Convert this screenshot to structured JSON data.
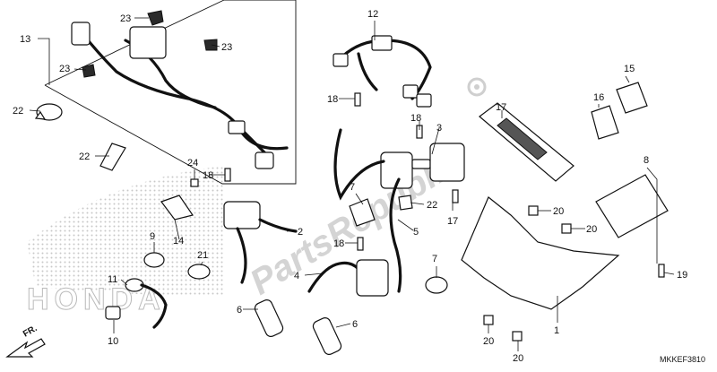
{
  "callouts": [
    "1",
    "2",
    "3",
    "4",
    "5",
    "6",
    "6",
    "7",
    "7",
    "8",
    "9",
    "10",
    "11",
    "12",
    "13",
    "14",
    "15",
    "16",
    "17",
    "18",
    "18",
    "18",
    "18",
    "19",
    "20",
    "20",
    "20",
    "20",
    "21",
    "22",
    "22",
    "22",
    "23",
    "23",
    "23",
    "24"
  ],
  "brand_watermark": "HONDA",
  "watermark_text": "PartsRepublik",
  "direction_label": "FR.",
  "diagram_code": "MKKEF3810",
  "colors": {
    "ink": "#111111",
    "watermark": "#d4d4d4",
    "dots": "#c8c8c8"
  }
}
